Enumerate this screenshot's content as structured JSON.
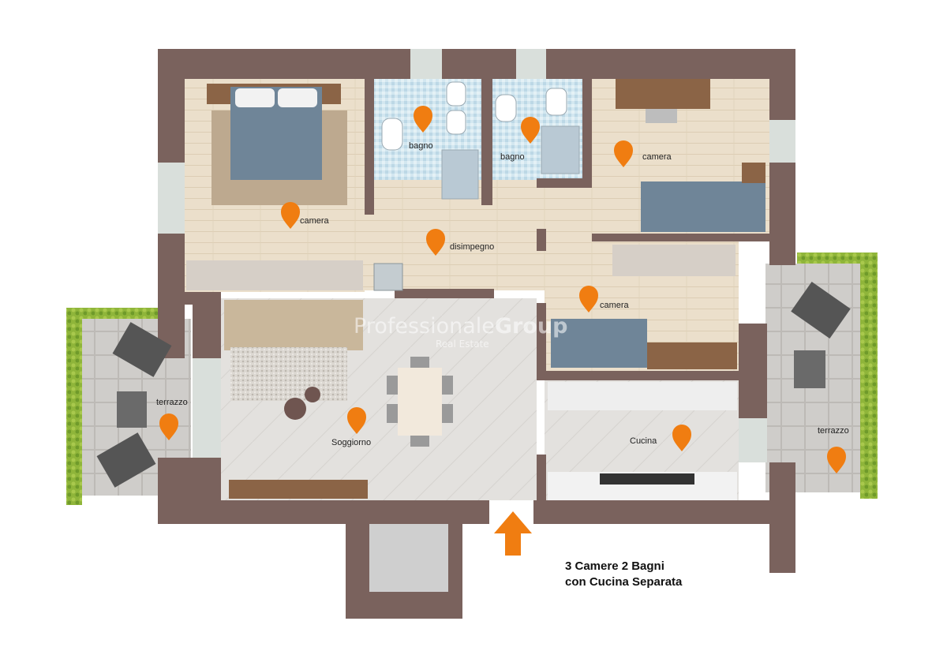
{
  "watermark": {
    "brand_light": "Professionale",
    "brand_bold": "Group",
    "tagline": "Real Estate"
  },
  "caption": {
    "line1": "3 Camere 2 Bagni",
    "line2": "con Cucina Separata"
  },
  "rooms": {
    "camera_master": "camera",
    "bagno_1": "bagno",
    "bagno_2": "bagno",
    "camera_east": "camera",
    "disimpegno": "disimpegno",
    "camera_middle": "camera",
    "soggiorno": "Soggiorno",
    "cucina": "Cucina",
    "terrazzo_west": "terrazzo",
    "terrazzo_east": "terrazzo"
  },
  "colors": {
    "wall": "#7a625d",
    "marker": "#f07d11",
    "wood_floor": "#e9dcc8",
    "tile_floor": "#dcdad6",
    "bath_tile": "#cfe4ee",
    "hedge": "#8fb53a",
    "terrace": "#cfcdca"
  },
  "icons": {
    "location": "map-marker-icon",
    "entrance": "entrance-arrow-icon"
  }
}
